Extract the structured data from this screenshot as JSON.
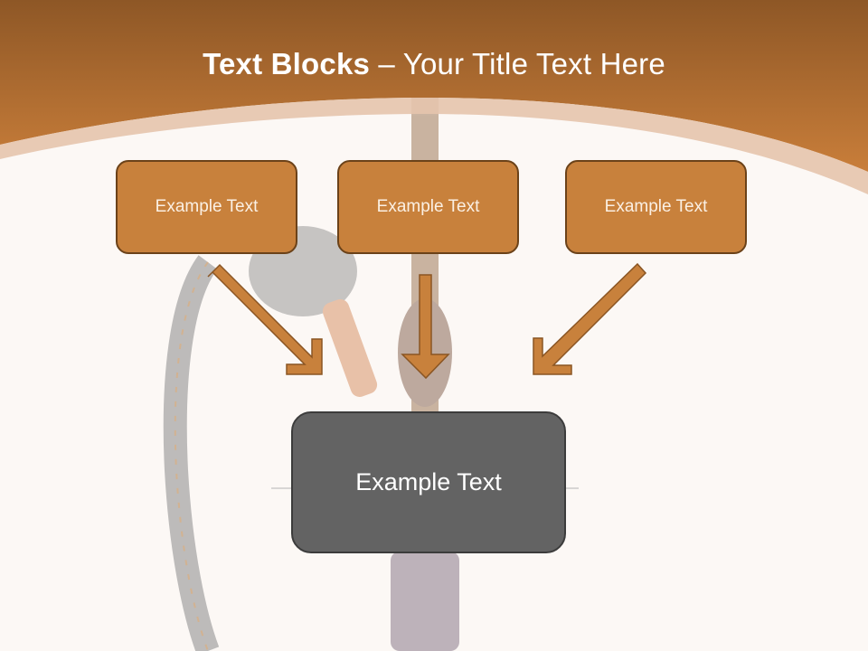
{
  "slide": {
    "title_bold": "Text Blocks",
    "title_dash": " – ",
    "title_rest": "Your Title Text Here",
    "colors": {
      "header_top": "#8e5726",
      "header_bottom": "#c97e3a",
      "box_fill": "#c8813c",
      "box_border": "#6b4219",
      "center_box_fill": "#636363",
      "background": "#fcf8f5"
    }
  },
  "diagram": {
    "top_boxes": [
      {
        "label": "Example Text"
      },
      {
        "label": "Example Text"
      },
      {
        "label": "Example Text"
      }
    ],
    "center_box": {
      "label": "Example Text"
    },
    "arrows": [
      "down-right",
      "down",
      "down-left"
    ]
  }
}
